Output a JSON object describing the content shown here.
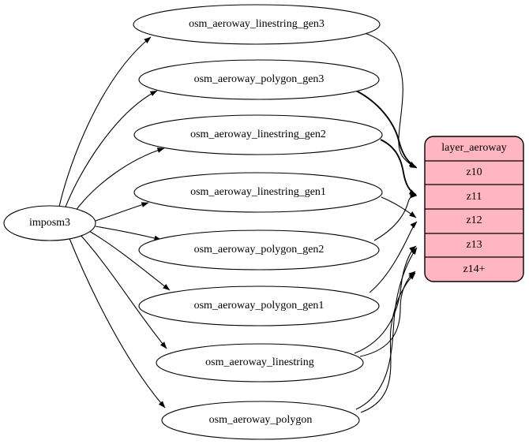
{
  "diagram": {
    "kind": "etl-graph",
    "source_node": {
      "label": "imposm3"
    },
    "table_nodes": [
      {
        "label": "osm_aeroway_linestring_gen3"
      },
      {
        "label": "osm_aeroway_polygon_gen3"
      },
      {
        "label": "osm_aeroway_linestring_gen2"
      },
      {
        "label": "osm_aeroway_linestring_gen1"
      },
      {
        "label": "osm_aeroway_polygon_gen2"
      },
      {
        "label": "osm_aeroway_polygon_gen1"
      },
      {
        "label": "osm_aeroway_linestring"
      },
      {
        "label": "osm_aeroway_polygon"
      }
    ],
    "layer_node": {
      "header": "layer_aeroway",
      "rows": [
        "z10",
        "z11",
        "z12",
        "z13",
        "z14+"
      ],
      "fill_color": "#ffb6c1",
      "border_color": "#000000"
    },
    "edges_from_source": [
      "osm_aeroway_linestring_gen3",
      "osm_aeroway_polygon_gen3",
      "osm_aeroway_linestring_gen2",
      "osm_aeroway_linestring_gen1",
      "osm_aeroway_polygon_gen2",
      "osm_aeroway_polygon_gen1",
      "osm_aeroway_linestring",
      "osm_aeroway_polygon"
    ],
    "edges_to_layer": [
      {
        "from": "osm_aeroway_linestring_gen3",
        "row": "z10"
      },
      {
        "from": "osm_aeroway_polygon_gen3",
        "row": "z10"
      },
      {
        "from": "osm_aeroway_linestring_gen2",
        "row": "z11"
      },
      {
        "from": "osm_aeroway_polygon_gen2",
        "row": "z11"
      },
      {
        "from": "osm_aeroway_linestring_gen1",
        "row": "z12"
      },
      {
        "from": "osm_aeroway_polygon_gen1",
        "row": "z12"
      },
      {
        "from": "osm_aeroway_linestring",
        "row": "z13"
      },
      {
        "from": "osm_aeroway_linestring",
        "row": "z14+"
      },
      {
        "from": "osm_aeroway_polygon",
        "row": "z13"
      },
      {
        "from": "osm_aeroway_polygon",
        "row": "z14+"
      }
    ]
  }
}
